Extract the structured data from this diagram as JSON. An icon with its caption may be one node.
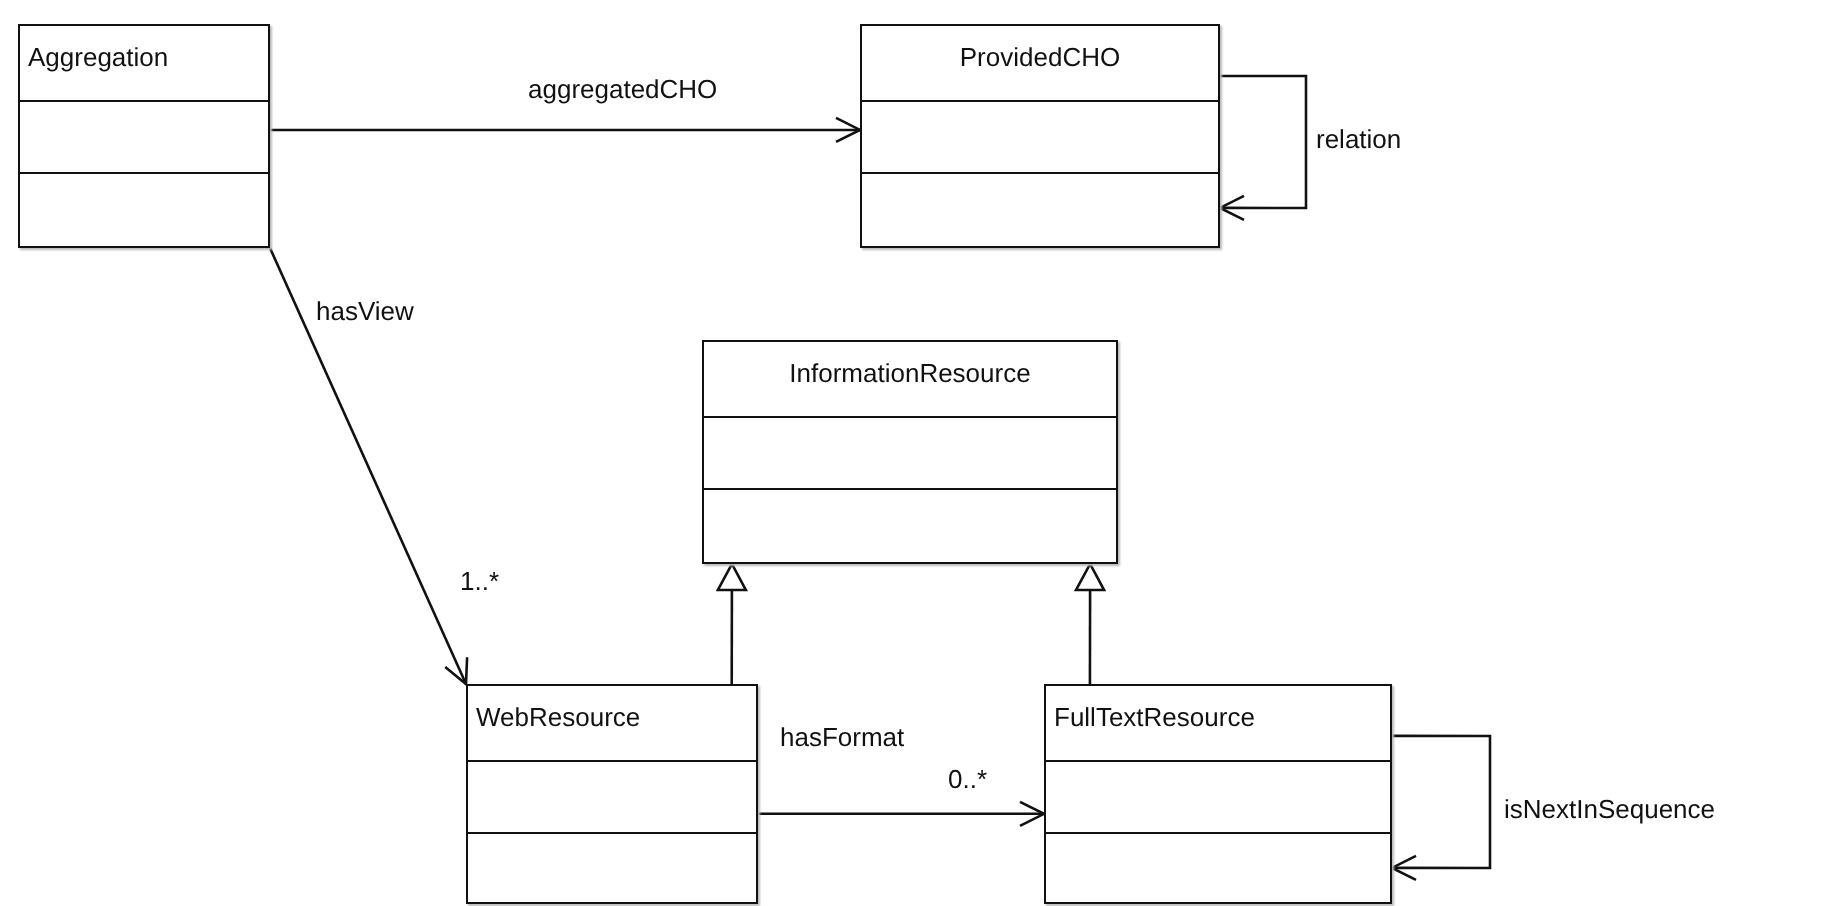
{
  "diagram": {
    "nodes": [
      {
        "text": [
          "Aggregation"
        ]
      },
      {
        "text": [
          "ProvidedCHO"
        ]
      },
      {
        "text": [
          "InformationResource"
        ]
      },
      {
        "text": [
          "WebResource"
        ]
      },
      {
        "text": [
          "FullTextResource"
        ]
      }
    ],
    "edges": [
      {
        "from": 0,
        "to": 1,
        "arrow": "to",
        "label": "aggregatedCHO"
      },
      {
        "from": 1,
        "to": 1,
        "arrow": "to",
        "label": "relation"
      },
      {
        "from": 0,
        "to": 3,
        "arrow": "to",
        "label": "hasView"
      },
      {
        "from": 3,
        "to": 2,
        "arrow": "to"
      },
      {
        "from": 4,
        "to": 2,
        "arrow": "to"
      },
      {
        "from": 3,
        "to": 4,
        "arrow": "to",
        "label": "hasFormat"
      },
      {
        "from": 4,
        "to": 4,
        "arrow": "to",
        "label": "isNextInSequence"
      }
    ],
    "labels": [
      "1..*",
      "0..*"
    ]
  }
}
